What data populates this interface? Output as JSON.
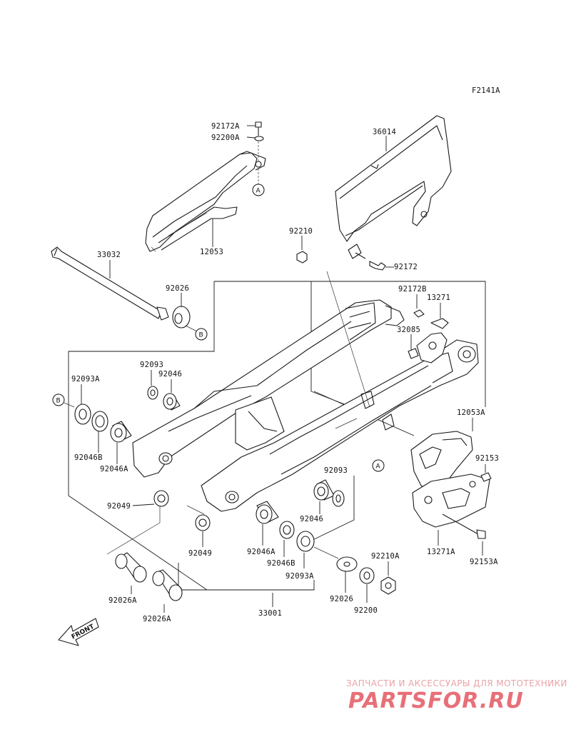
{
  "figure_code": "F2141A",
  "parts": {
    "p92172A": "92172A",
    "p92200A": "92200A",
    "p36014": "36014",
    "p12053": "12053",
    "p92210": "92210",
    "p92172": "92172",
    "p33032": "33032",
    "p92026_top": "92026",
    "p92172B": "92172B",
    "p13271": "13271",
    "p32085": "32085",
    "p92093_top": "92093",
    "p92046_top": "92046",
    "p92093A_left": "92093A",
    "p12053A": "12053A",
    "p92153": "92153",
    "p92046B_left": "92046B",
    "p92046A_left": "92046A",
    "p92093_right": "92093",
    "p92049_a": "92049",
    "p92046_right": "92046",
    "p13271A": "13271A",
    "p92153A": "92153A",
    "p92049_b": "92049",
    "p92046A_right": "92046A",
    "p92046B_right": "92046B",
    "p92093A_right": "92093A",
    "p92210A": "92210A",
    "p92026A_a": "92026A",
    "p92026_bottom": "92026",
    "p92200": "92200",
    "p92026A_b": "92026A",
    "p33001": "33001"
  },
  "refs": {
    "A": "A",
    "B": "B"
  },
  "front_label": "FRONT",
  "watermark": {
    "tagline": "ЗАПЧАСТИ И АКСЕССУАРЫ ДЛЯ МОТОТЕХНИКИ",
    "logo": "PARTSFOR.RU"
  }
}
